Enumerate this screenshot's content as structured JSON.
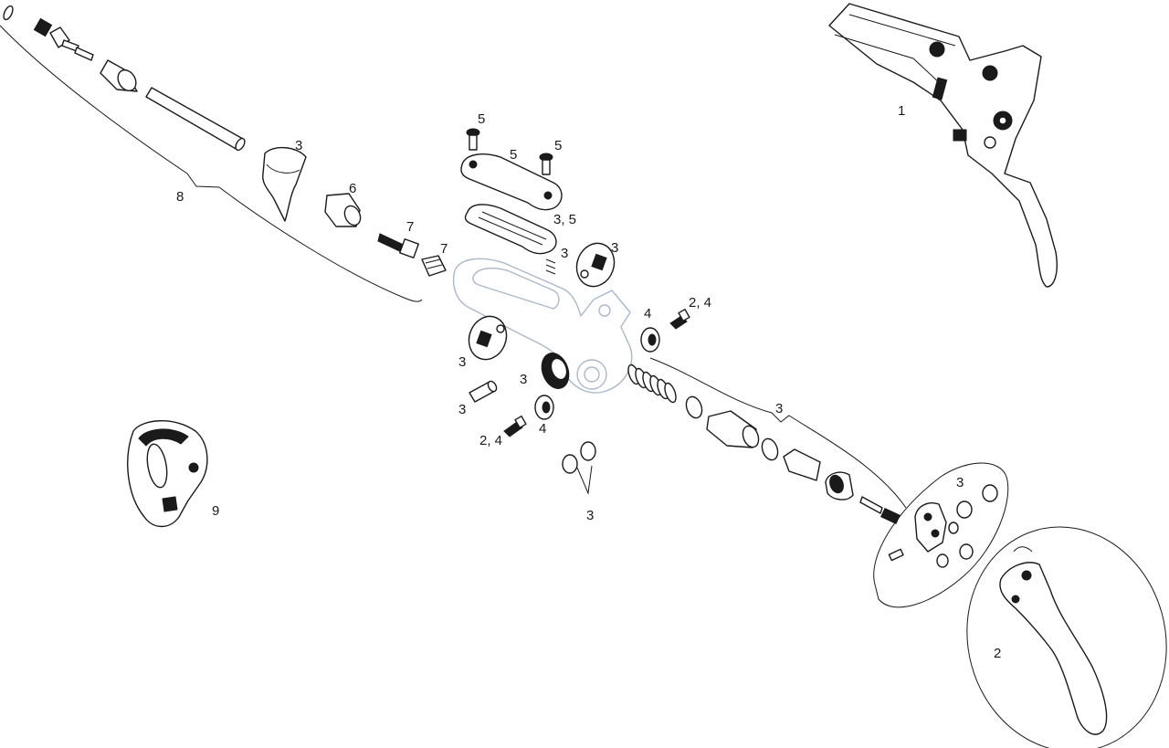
{
  "callouts": {
    "c1": "1",
    "c2": "2",
    "c3_sleeve": "3",
    "c3_upper": "3",
    "c3_cap": "3",
    "c3_left_upper": "3",
    "c3_gear": "3",
    "c3_pin": "3",
    "c3_bushings": "3",
    "c3_piston_group": "3",
    "c3_small_parts": "3",
    "c3_5": "3, 5",
    "c4_upper": "4",
    "c4_lower": "4",
    "c24_upper": "2, 4",
    "c24_lower": "2, 4",
    "c5_left": "5",
    "c5_mid": "5",
    "c5_right": "5",
    "c6": "6",
    "c7_left": "7",
    "c7_right": "7",
    "c8": "8",
    "c9": "9"
  },
  "colors": {
    "line": "#1a1a1a",
    "ghost_body": "#a9b8cc",
    "background": "#ffffff"
  }
}
